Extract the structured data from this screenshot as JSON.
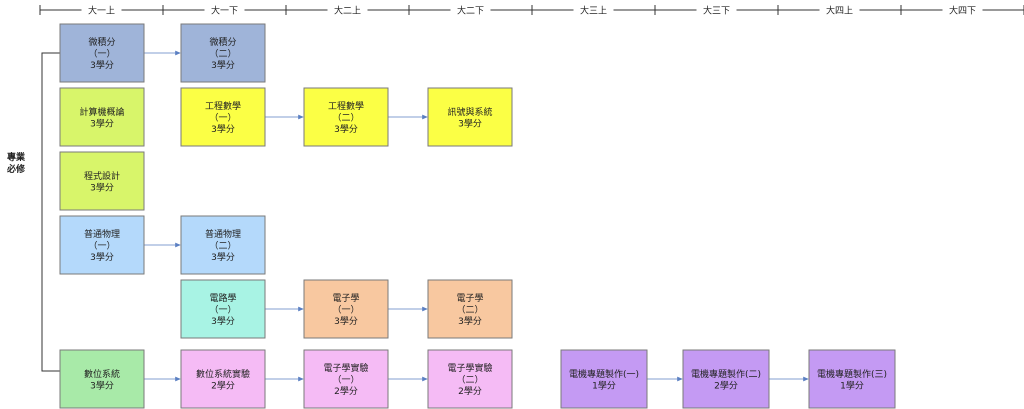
{
  "semesters": [
    "大一上",
    "大一下",
    "大二上",
    "大二下",
    "大三上",
    "大三下",
    "大四上",
    "大四下"
  ],
  "category_label": [
    "專業",
    "必修"
  ],
  "colors": {
    "blue": "#9fb4d9",
    "lime": "#d8f56a",
    "yellow": "#fbff45",
    "lightblue": "#b4d9fb",
    "teal": "#a8f3e4",
    "orange": "#f8c8a0",
    "green": "#a8eaa8",
    "pink": "#f5bbf5",
    "purple": "#c49af3",
    "border": "#7a7a7a",
    "arrow": "#5a7fc2"
  },
  "courses": [
    {
      "id": "calc1",
      "lines": [
        "微積分",
        "（一）",
        "3學分"
      ],
      "color": "blue"
    },
    {
      "id": "calc2",
      "lines": [
        "微積分",
        "（二）",
        "3學分"
      ],
      "color": "blue"
    },
    {
      "id": "intro-cs",
      "lines": [
        "計算機概論",
        "3學分"
      ],
      "color": "lime"
    },
    {
      "id": "eng-math1",
      "lines": [
        "工程數學",
        "（一）",
        "3學分"
      ],
      "color": "yellow"
    },
    {
      "id": "eng-math2",
      "lines": [
        "工程數學",
        "（二）",
        "3學分"
      ],
      "color": "yellow"
    },
    {
      "id": "signals",
      "lines": [
        "訊號與系統",
        "3學分"
      ],
      "color": "yellow"
    },
    {
      "id": "programming",
      "lines": [
        "程式設計",
        "3學分"
      ],
      "color": "lime"
    },
    {
      "id": "physics1",
      "lines": [
        "普通物理",
        "（一）",
        "3學分"
      ],
      "color": "lightblue"
    },
    {
      "id": "physics2",
      "lines": [
        "普通物理",
        "（二）",
        "3學分"
      ],
      "color": "lightblue"
    },
    {
      "id": "circuits",
      "lines": [
        "電路學",
        "（一）",
        "3學分"
      ],
      "color": "teal"
    },
    {
      "id": "electronics1",
      "lines": [
        "電子學",
        "（一）",
        "3學分"
      ],
      "color": "orange"
    },
    {
      "id": "electronics2",
      "lines": [
        "電子學",
        "（二）",
        "3學分"
      ],
      "color": "orange"
    },
    {
      "id": "digital",
      "lines": [
        "數位系統",
        "3學分"
      ],
      "color": "green"
    },
    {
      "id": "digital-lab",
      "lines": [
        "數位系統實驗",
        "2學分"
      ],
      "color": "pink"
    },
    {
      "id": "elec-lab1",
      "lines": [
        "電子學實驗",
        "（一）",
        "2學分"
      ],
      "color": "pink"
    },
    {
      "id": "elec-lab2",
      "lines": [
        "電子學實驗",
        "（二）",
        "2學分"
      ],
      "color": "pink"
    },
    {
      "id": "project1",
      "lines": [
        "電機專題製作(一)",
        "1學分"
      ],
      "color": "purple"
    },
    {
      "id": "project2",
      "lines": [
        "電機專題製作(二)",
        "2學分"
      ],
      "color": "purple"
    },
    {
      "id": "project3",
      "lines": [
        "電機專題製作(三)",
        "1學分"
      ],
      "color": "purple"
    }
  ],
  "arrows": [
    [
      "calc1",
      "calc2"
    ],
    [
      "eng-math1",
      "eng-math2"
    ],
    [
      "eng-math2",
      "signals"
    ],
    [
      "physics1",
      "physics2"
    ],
    [
      "circuits",
      "electronics1"
    ],
    [
      "electronics1",
      "electronics2"
    ],
    [
      "digital",
      "digital-lab"
    ],
    [
      "digital-lab",
      "elec-lab1"
    ],
    [
      "elec-lab1",
      "elec-lab2"
    ],
    [
      "project1",
      "project2"
    ],
    [
      "project2",
      "project3"
    ]
  ]
}
